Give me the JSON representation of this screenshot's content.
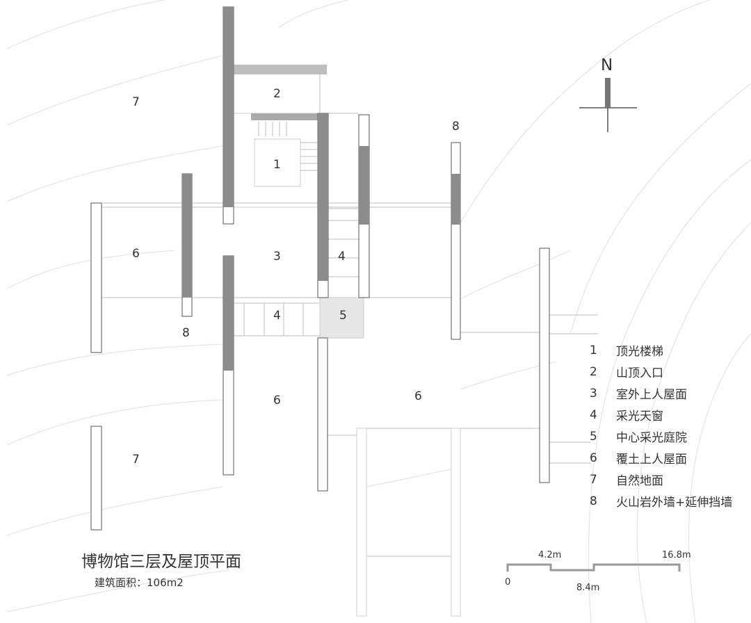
{
  "plan": {
    "title": "博物馆三层及屋顶平面",
    "area": "建筑面积：106m2",
    "north_label": "N",
    "zone_labels": {
      "z2": "2",
      "z1": "1",
      "z3": "3",
      "z4a": "4",
      "z4b": "4",
      "z5": "5",
      "z6a": "6",
      "z6b": "6",
      "z6c": "6",
      "z7a": "7",
      "z7b": "7",
      "z8a": "8",
      "z8b": "8"
    }
  },
  "legend": [
    {
      "num": "1",
      "text": "顶光楼梯"
    },
    {
      "num": "2",
      "text": "山顶入口"
    },
    {
      "num": "3",
      "text": "室外上人屋面"
    },
    {
      "num": "4",
      "text": "采光天窗"
    },
    {
      "num": "5",
      "text": "中心采光庭院"
    },
    {
      "num": "6",
      "text": "覆土上人屋面"
    },
    {
      "num": "7",
      "text": "自然地面"
    },
    {
      "num": "8",
      "text": "火山岩外墙+延伸挡墙"
    }
  ],
  "scale_bar": {
    "t0": "0",
    "t1": "4.2m",
    "t2": "8.4m",
    "t3": "16.8m"
  },
  "colors": {
    "wall_dark": "#8c8c8c",
    "wall_light": "#bdbdbd",
    "courtyard": "#e6e6e6"
  }
}
